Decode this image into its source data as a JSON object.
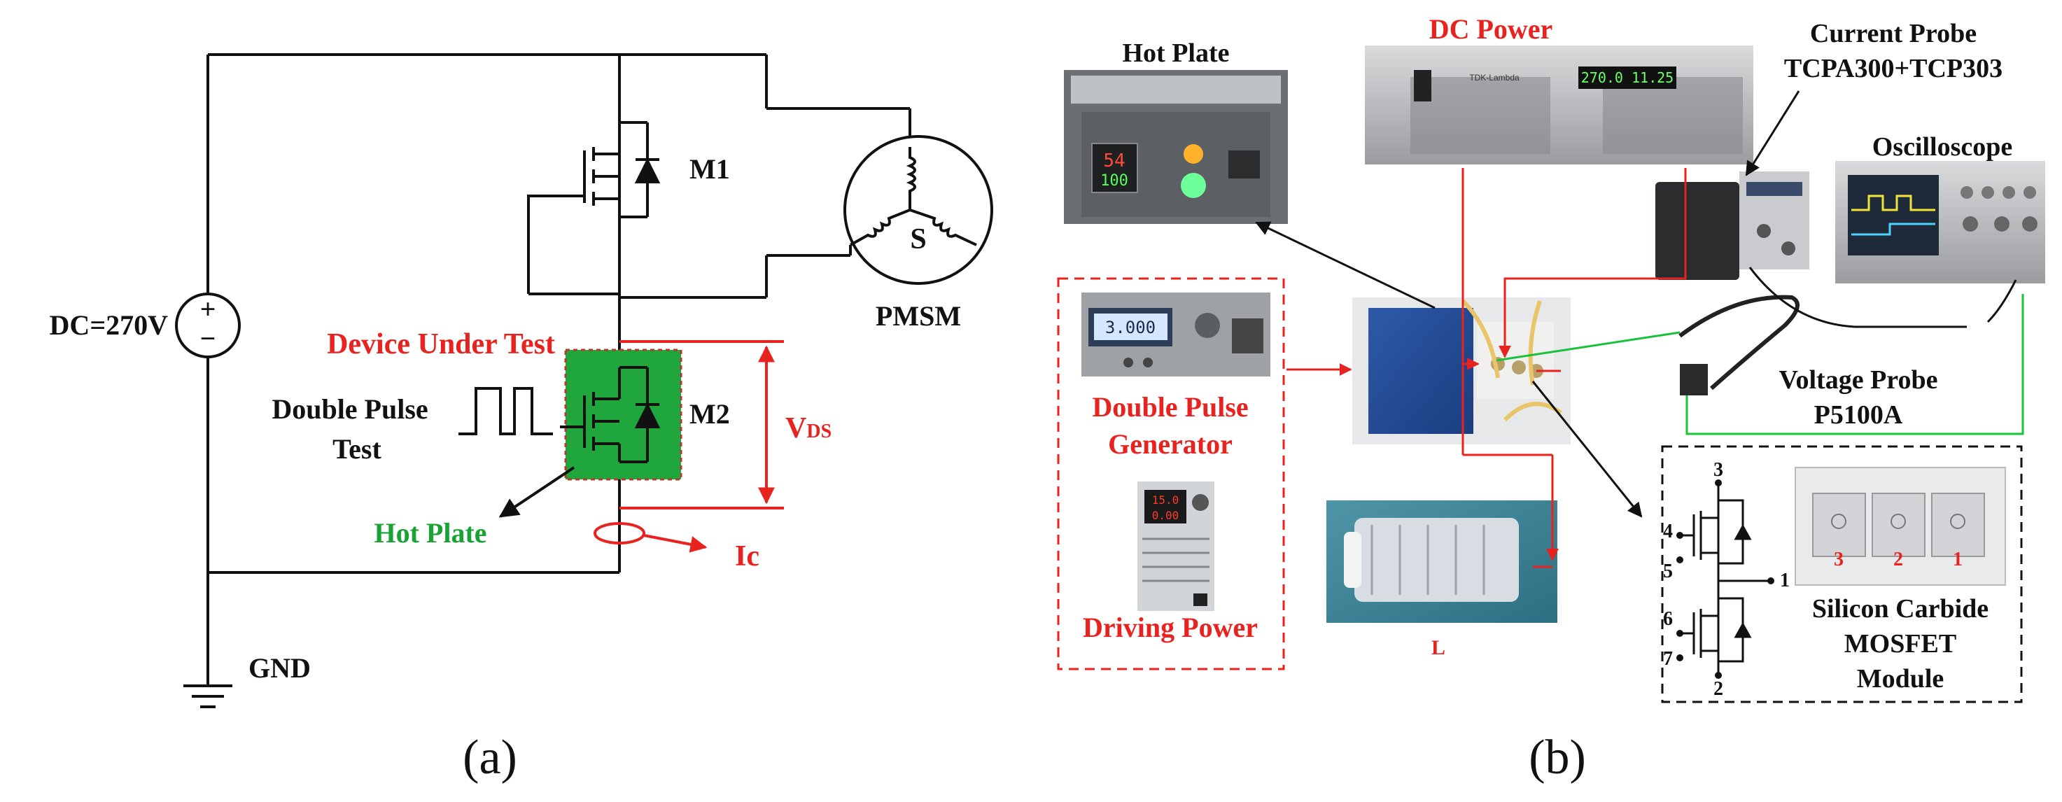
{
  "panel_a": {
    "label": "(a)",
    "source_label": "DC=270V",
    "ground_label": "GND",
    "motor_label": "PMSM",
    "motor_letter": "S",
    "m1_label": "M1",
    "m2_label": "M2",
    "dut_label": "Device Under Test",
    "pulse_label_1": "Double Pulse",
    "pulse_label_2": "Test",
    "hotplate_label": "Hot Plate",
    "vds_label": "V",
    "vds_sub": "DS",
    "ic_label": "Ic",
    "plus": "+",
    "minus": "−"
  },
  "panel_b": {
    "label": "(b)",
    "hot_plate": "Hot Plate",
    "hot_plate_readout_1": "54",
    "hot_plate_readout_2": "100",
    "dc_power": "DC Power",
    "dc_readout": "270.0 11.25",
    "dc_brand": "TDK-Lambda",
    "current_probe_1": "Current Probe",
    "current_probe_2": "TCPA300+TCP303",
    "oscilloscope": "Oscilloscope",
    "dpg_1": "Double Pulse",
    "dpg_2": "Generator",
    "driving_power": "Driving Power",
    "driver_readout_1": "15.0",
    "driver_readout_2": "0.00",
    "generator_readout": "3.000",
    "voltage_probe_1": "Voltage Probe",
    "voltage_probe_2": "P5100A",
    "inductor": "L",
    "module_1": "Silicon Carbide",
    "module_2": "MOSFET",
    "module_3": "Module",
    "pins": [
      "3",
      "4",
      "5",
      "1",
      "6",
      "7",
      "2"
    ],
    "module_terms": [
      "3",
      "2",
      "1"
    ]
  }
}
